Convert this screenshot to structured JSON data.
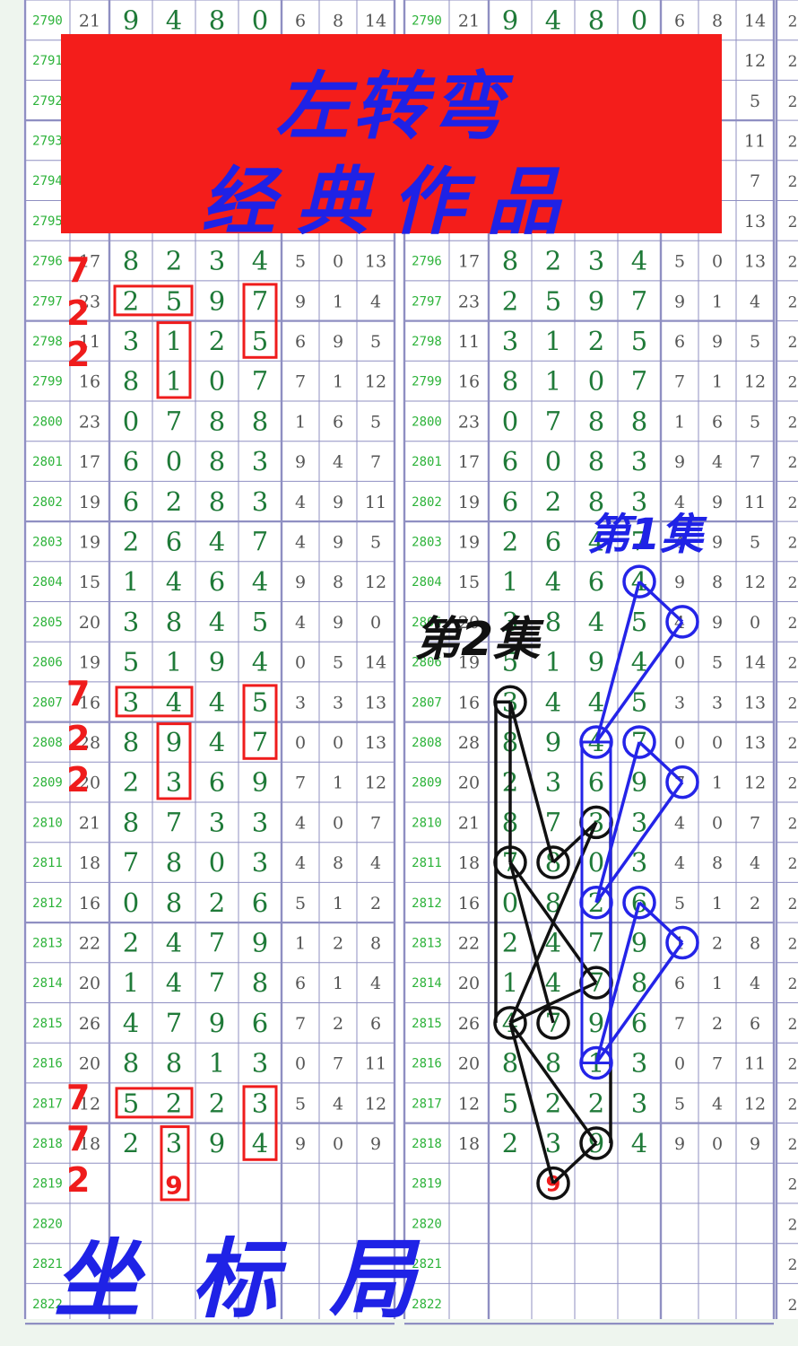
{
  "banner": {
    "line1": "左转弯",
    "line2": "经典作品"
  },
  "labels": {
    "bottom_left": "坐 标 局",
    "set1": "第1集",
    "set2": "第2集"
  },
  "annotations": {
    "group1": [
      "7",
      "2",
      "2"
    ],
    "group2": [
      "7",
      "2",
      "2"
    ],
    "group3": [
      "7",
      "7",
      "2"
    ],
    "next_value": "9"
  },
  "colors": {
    "accent_red": "#f41d1b",
    "text_blue": "#1f22e6",
    "period_green": "#2db33a",
    "digit_green": "#1f7a38"
  },
  "table": {
    "rows": [
      {
        "p": "2790",
        "s": "21",
        "d": [
          "9",
          "4",
          "8",
          "0"
        ],
        "a": "6",
        "b": "8",
        "c": "14"
      },
      {
        "p": "2791",
        "s": "",
        "d": [
          "",
          "",
          "",
          ""
        ],
        "a": "",
        "b": "",
        "c": "12"
      },
      {
        "p": "2792",
        "s": "",
        "d": [
          "",
          "",
          "",
          ""
        ],
        "a": "",
        "b": "",
        "c": "5"
      },
      {
        "p": "2793",
        "s": "",
        "d": [
          "",
          "",
          "",
          ""
        ],
        "a": "",
        "b": "",
        "c": "11"
      },
      {
        "p": "2794",
        "s": "",
        "d": [
          "",
          "",
          "",
          ""
        ],
        "a": "",
        "b": "",
        "c": "7"
      },
      {
        "p": "2795",
        "s": "",
        "d": [
          "",
          "",
          "",
          ""
        ],
        "a": "",
        "b": "",
        "c": "13"
      },
      {
        "p": "2796",
        "s": "17",
        "d": [
          "8",
          "2",
          "3",
          "4"
        ],
        "a": "5",
        "b": "0",
        "c": "13"
      },
      {
        "p": "2797",
        "s": "23",
        "d": [
          "2",
          "5",
          "9",
          "7"
        ],
        "a": "9",
        "b": "1",
        "c": "4"
      },
      {
        "p": "2798",
        "s": "11",
        "d": [
          "3",
          "1",
          "2",
          "5"
        ],
        "a": "6",
        "b": "9",
        "c": "5"
      },
      {
        "p": "2799",
        "s": "16",
        "d": [
          "8",
          "1",
          "0",
          "7"
        ],
        "a": "7",
        "b": "1",
        "c": "12"
      },
      {
        "p": "2800",
        "s": "23",
        "d": [
          "0",
          "7",
          "8",
          "8"
        ],
        "a": "1",
        "b": "6",
        "c": "5"
      },
      {
        "p": "2801",
        "s": "17",
        "d": [
          "6",
          "0",
          "8",
          "3"
        ],
        "a": "9",
        "b": "4",
        "c": "7"
      },
      {
        "p": "2802",
        "s": "19",
        "d": [
          "6",
          "2",
          "8",
          "3"
        ],
        "a": "4",
        "b": "9",
        "c": "11"
      },
      {
        "p": "2803",
        "s": "19",
        "d": [
          "2",
          "6",
          "4",
          "7"
        ],
        "a": "4",
        "b": "9",
        "c": "5"
      },
      {
        "p": "2804",
        "s": "15",
        "d": [
          "1",
          "4",
          "6",
          "4"
        ],
        "a": "9",
        "b": "8",
        "c": "12"
      },
      {
        "p": "2805",
        "s": "20",
        "d": [
          "3",
          "8",
          "4",
          "5"
        ],
        "a": "4",
        "b": "9",
        "c": "0"
      },
      {
        "p": "2806",
        "s": "19",
        "d": [
          "5",
          "1",
          "9",
          "4"
        ],
        "a": "0",
        "b": "5",
        "c": "14"
      },
      {
        "p": "2807",
        "s": "16",
        "d": [
          "3",
          "4",
          "4",
          "5"
        ],
        "a": "3",
        "b": "3",
        "c": "13"
      },
      {
        "p": "2808",
        "s": "28",
        "d": [
          "8",
          "9",
          "4",
          "7"
        ],
        "a": "0",
        "b": "0",
        "c": "13"
      },
      {
        "p": "2809",
        "s": "20",
        "d": [
          "2",
          "3",
          "6",
          "9"
        ],
        "a": "7",
        "b": "1",
        "c": "12"
      },
      {
        "p": "2810",
        "s": "21",
        "d": [
          "8",
          "7",
          "3",
          "3"
        ],
        "a": "4",
        "b": "0",
        "c": "7"
      },
      {
        "p": "2811",
        "s": "18",
        "d": [
          "7",
          "8",
          "0",
          "3"
        ],
        "a": "4",
        "b": "8",
        "c": "4"
      },
      {
        "p": "2812",
        "s": "16",
        "d": [
          "0",
          "8",
          "2",
          "6"
        ],
        "a": "5",
        "b": "1",
        "c": "2"
      },
      {
        "p": "2813",
        "s": "22",
        "d": [
          "2",
          "4",
          "7",
          "9"
        ],
        "a": "1",
        "b": "2",
        "c": "8"
      },
      {
        "p": "2814",
        "s": "20",
        "d": [
          "1",
          "4",
          "7",
          "8"
        ],
        "a": "6",
        "b": "1",
        "c": "4"
      },
      {
        "p": "2815",
        "s": "26",
        "d": [
          "4",
          "7",
          "9",
          "6"
        ],
        "a": "7",
        "b": "2",
        "c": "6"
      },
      {
        "p": "2816",
        "s": "20",
        "d": [
          "8",
          "8",
          "1",
          "3"
        ],
        "a": "0",
        "b": "7",
        "c": "11"
      },
      {
        "p": "2817",
        "s": "12",
        "d": [
          "5",
          "2",
          "2",
          "3"
        ],
        "a": "5",
        "b": "4",
        "c": "12"
      },
      {
        "p": "2818",
        "s": "18",
        "d": [
          "2",
          "3",
          "9",
          "4"
        ],
        "a": "9",
        "b": "0",
        "c": "9"
      },
      {
        "p": "2819",
        "s": "",
        "d": [
          "",
          "",
          "",
          ""
        ],
        "a": "",
        "b": "",
        "c": ""
      },
      {
        "p": "2820",
        "s": "",
        "d": [
          "",
          "",
          "",
          ""
        ],
        "a": "",
        "b": "",
        "c": ""
      },
      {
        "p": "2821",
        "s": "",
        "d": [
          "",
          "",
          "",
          ""
        ],
        "a": "",
        "b": "",
        "c": ""
      },
      {
        "p": "2822",
        "s": "",
        "d": [
          "",
          "",
          "",
          ""
        ],
        "a": "",
        "b": "",
        "c": ""
      }
    ],
    "extra_col_stub": "2"
  }
}
